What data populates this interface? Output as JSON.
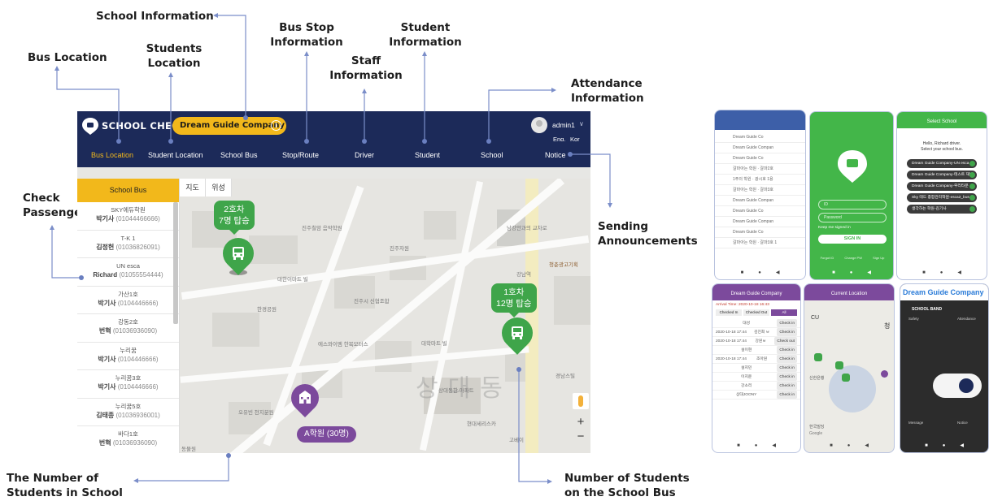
{
  "callouts": {
    "school_information": "School Information",
    "bus_location": "Bus Location",
    "students_location": [
      "Students",
      "Location"
    ],
    "bus_stop_information": [
      "Bus Stop",
      "Information"
    ],
    "staff_information": [
      "Staff",
      "Information"
    ],
    "student_information": [
      "Student",
      "Information"
    ],
    "attendance_information": [
      "Attendance",
      "Information"
    ],
    "check_passengers": [
      "Check",
      "Passengers"
    ],
    "sending_announcements": [
      "Sending",
      "Announcements"
    ],
    "students_in_school": [
      "The Number of",
      "Students in School"
    ],
    "students_on_bus": [
      "Number of Students",
      "on the School Bus"
    ]
  },
  "app": {
    "brand": "SCHOOL CHECK",
    "company": "Dream Guide Company",
    "user": "admin1",
    "languages": [
      "Eng.",
      "Kor"
    ],
    "nav": [
      "Bus Location",
      "Student Location",
      "School Bus",
      "Stop/Route",
      "Driver",
      "Student",
      "School",
      "Notice"
    ],
    "active_nav": "Bus Location",
    "accent_color": "#f2b81b",
    "header_color": "#1c2a59"
  },
  "sidebar": {
    "title": "School Bus",
    "items": [
      {
        "academy": "SKY에듀학원",
        "driver": "박기사",
        "phone": "(01044466666)"
      },
      {
        "academy": "T-K 1",
        "driver": "김정헌",
        "phone": "(01036826091)"
      },
      {
        "academy": "UN esca",
        "driver": "Richard",
        "phone": "(01055554444)"
      },
      {
        "academy": "가산1호",
        "driver": "박기사",
        "phone": "(0104446666)"
      },
      {
        "academy": "강동2호",
        "driver": "번혁",
        "phone": "(01036936090)"
      },
      {
        "academy": "누리꿈",
        "driver": "박기사",
        "phone": "(0104446666)"
      },
      {
        "academy": "누리꿈3호",
        "driver": "박기사",
        "phone": "(0104446666)"
      },
      {
        "academy": "누리꿈5호",
        "driver": "김태종",
        "phone": "(01036936001)"
      },
      {
        "academy": "바다1호",
        "driver": "번혁",
        "phone": "(01036936090)"
      }
    ]
  },
  "map": {
    "tabs": [
      "지도",
      "위성"
    ],
    "bus1": {
      "line1": "2호차",
      "line2": "7명 탑승"
    },
    "bus2": {
      "line1": "1호차",
      "line2": "12명 탑승"
    },
    "academy": "A학원 (30명)",
    "district": "상대동",
    "labels": [
      "진주칠암 음악학원",
      "남강안과의 교차로",
      "진주시 신협조합",
      "에스와이엠 한복모터스",
      "상대동한 아파트",
      "청춘광고기획",
      "경남스틸",
      "한경공원",
      "대학마트 빌",
      "강남역",
      "오유빈 천지분원",
      "동물원",
      "현대세리스카",
      "고베이",
      "진주자원",
      "대한이마트 빌"
    ]
  },
  "phones": {
    "p1": {
      "rows": [
        "Dream Guide Co",
        "Dream Guide Compan",
        "Dream Guide Co",
        "갈마아는 학원 · 갈마2호",
        "1주의 학원 · 광시호 1용",
        "갈마아는 학원 · 갈마3호",
        "Dream Guide Compan",
        "Dream Guide Co",
        "Dream Guide Compan",
        "Dream Guide Co",
        "갈마아는 학원 · 갈마3호 1"
      ]
    },
    "p2": {
      "fields": [
        "ID",
        "Password"
      ],
      "keep": "Keep me signed in",
      "button": "SIGN IN",
      "footer": [
        "Forgot ID",
        "Change PW",
        "Sign Up"
      ]
    },
    "p3": {
      "title": "Select School",
      "greeting": "Hello, Richard driver.",
      "prompt": "Select your school bus.",
      "schools": [
        "Dream Guide Company-UN esca",
        "Dream Guide Company-테스트 재방",
        "Dream Guide Company-우리타운",
        "Sky 테드 종합관리학원-esca2_bus",
        "생각하는 학원-김기사"
      ]
    },
    "p4": {
      "title": "Dream Guide Company",
      "time": "Arrival Time: 2020-10-18 16:43",
      "tabs": [
        "Checked In",
        "Checked Out",
        "All"
      ],
      "rows": [
        [
          "",
          "대성",
          "Check in"
        ],
        [
          "2020-10-18 17:44",
          "김진희 ㅂ",
          "Check in"
        ],
        [
          "2020-10-18 17:44",
          "강원ㅂ",
          "Check out"
        ],
        [
          "",
          "설이현",
          "Check in"
        ],
        [
          "2020-10-18 17:44",
          "조아원",
          "Check in"
        ],
        [
          "",
          "설지민",
          "Check in"
        ],
        [
          "",
          "이지윤",
          "Check in"
        ],
        [
          "",
          "강소리",
          "Check in"
        ],
        [
          "",
          "상대JOONY",
          "Check in"
        ]
      ]
    },
    "p5": {
      "title": "Current Location",
      "labels": [
        "CU",
        "청",
        "신한은행",
        "한국빌딩"
      ],
      "footer": "Google"
    },
    "p6": {
      "title": "Dream Guide Company",
      "band": "SCHOOL BAND",
      "tabs": [
        "Safety",
        "Attendance"
      ],
      "bottom": [
        "Message",
        "Notice"
      ]
    }
  }
}
